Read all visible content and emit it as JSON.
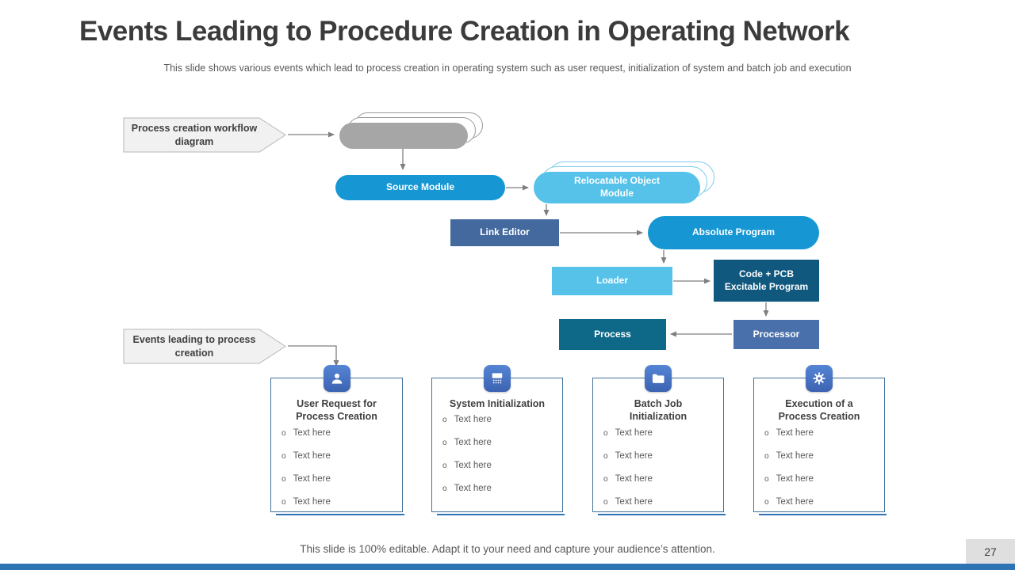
{
  "palette": {
    "bright_blue": "#1697d4",
    "light_blue": "#56c2e9",
    "slate_blue": "#44699e",
    "processor_blue": "#4a70ab",
    "dark_blue": "#10587e",
    "teal_blue": "#0e6888",
    "accent_bar_blue": "#2e74b5",
    "gray_shape": "#a6a6a6",
    "connector_gray": "#7f7f7f"
  },
  "slide": {
    "title": "Events Leading to Procedure Creation in Operating Network",
    "subtitle": "This slide shows various events which lead to process creation in operating system such as user request, initialization of system and batch job and execution",
    "footer": "This slide is 100% editable. Adapt it to your need and capture your audience’s attention.",
    "page_number": "27"
  },
  "labels": {
    "workflow_chevron": "Process creation workflow diagram",
    "events_chevron": "Events leading to process creation"
  },
  "flow": {
    "source_module": "Source Module",
    "relocatable_object_module": "Relocatable Object Module",
    "link_editor": "Link Editor",
    "absolute_program": "Absolute Program",
    "loader": "Loader",
    "code_pcb": "Code + PCB Excitable Program",
    "process": "Process",
    "processor": "Processor"
  },
  "bullet_char": "o",
  "cards": [
    {
      "title": "User Request for Process Creation",
      "icon": "user-icon",
      "bullets": [
        "Text here",
        "Text here",
        "Text here",
        "Text here"
      ]
    },
    {
      "title": "System Initialization",
      "icon": "computer-icon",
      "bullets": [
        "Text here",
        "Text here",
        "Text here",
        "Text here"
      ]
    },
    {
      "title": "Batch Job Initialization",
      "icon": "folder-icon",
      "bullets": [
        "Text here",
        "Text here",
        "Text here",
        "Text here"
      ]
    },
    {
      "title": "Execution of a Process Creation",
      "icon": "gear-icon",
      "bullets": [
        "Text here",
        "Text here",
        "Text here",
        "Text here"
      ]
    }
  ]
}
